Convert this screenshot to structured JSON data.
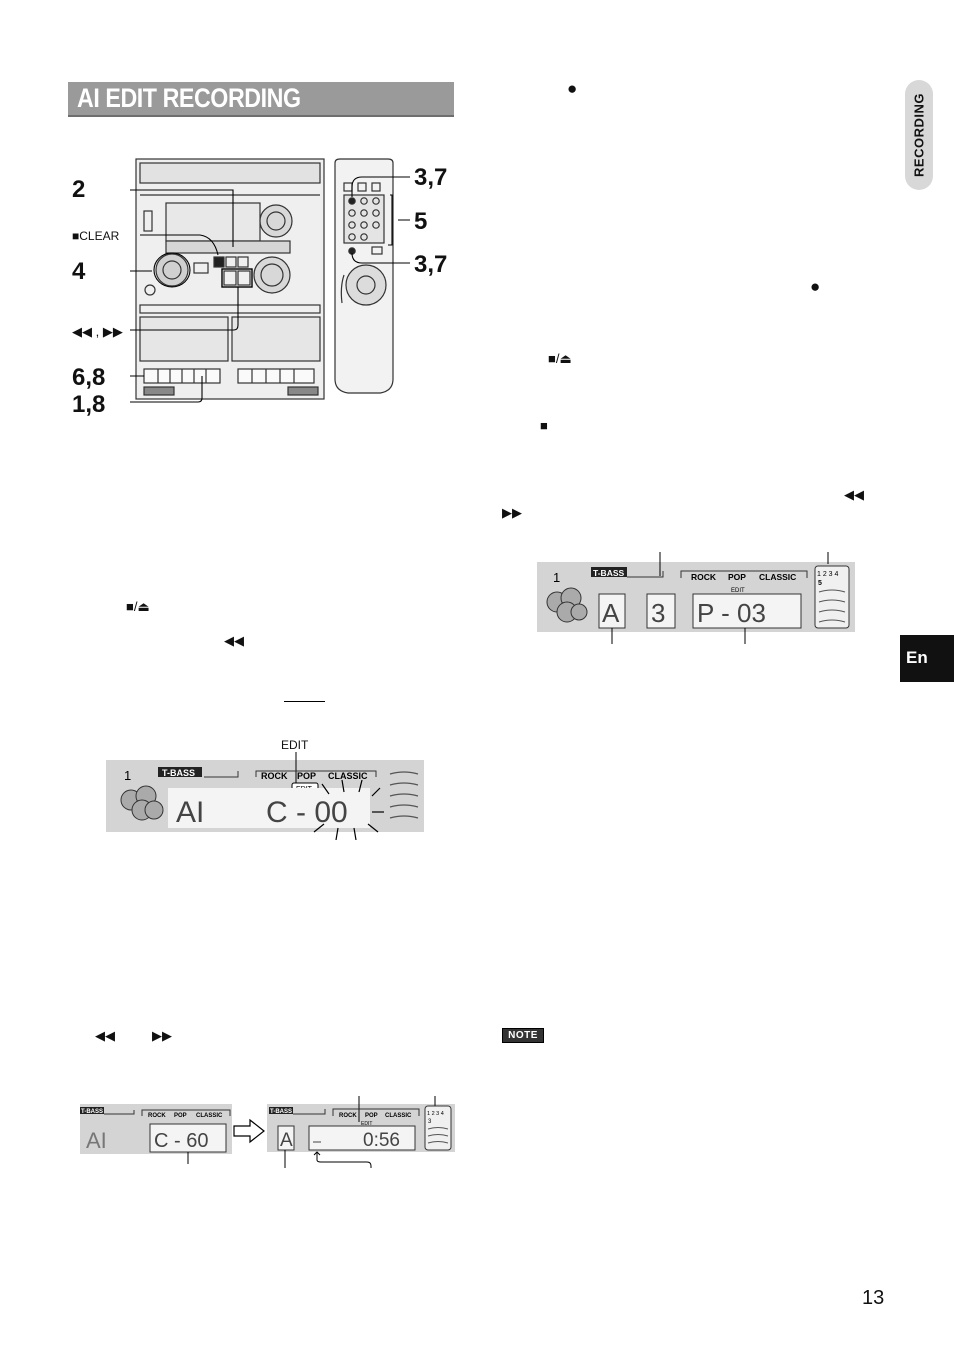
{
  "page": {
    "title": "AI EDIT RECORDING",
    "section_tab": "RECORDING",
    "language_tab": "En",
    "page_number": "13",
    "note_label": "NOTE"
  },
  "illustration": {
    "callouts": {
      "c2": "2",
      "c4": "4",
      "c68": "6,8",
      "c18": "1,8",
      "c37a": "3,7",
      "c5": "5",
      "c37b": "3,7"
    },
    "clear_label": "CLEAR",
    "rew_ff_label": "◀◀ , ▶▶"
  },
  "inline_symbols": {
    "stop_eject_left": "■/⏏",
    "rewind_left": "◀◀",
    "rew_left": "◀◀",
    "ff_left": "▶▶",
    "record_top": "●",
    "record_mid": "●",
    "stop_eject_right": "■/⏏",
    "stop_right": "■",
    "rew_right": "◀◀",
    "ff_right": "▶▶"
  },
  "displays": {
    "edit_callout": "EDIT",
    "preset_labels": {
      "tbass": "T-BASS",
      "rock": "ROCK",
      "pop": "POP",
      "classic": "CLASSIC",
      "edit": "EDIT"
    },
    "display1": {
      "left": "AI",
      "right": "C - 00",
      "disc": "1"
    },
    "display2": {
      "left": "AI",
      "right": "C - 60"
    },
    "display3": {
      "side": "A",
      "right": "0:56",
      "ticks": "1 2 3 4",
      "track": "3"
    },
    "display4": {
      "side": "A",
      "mid": "3",
      "right": "P - 03",
      "ticks": "1 2 3 4",
      "track": "5",
      "disc": "1"
    }
  },
  "colors": {
    "title_bar": "#9a9a9a",
    "lcd_background": "#d4d4d4",
    "side_tab": "#d8d8d8",
    "lang_tab": "#111111"
  }
}
